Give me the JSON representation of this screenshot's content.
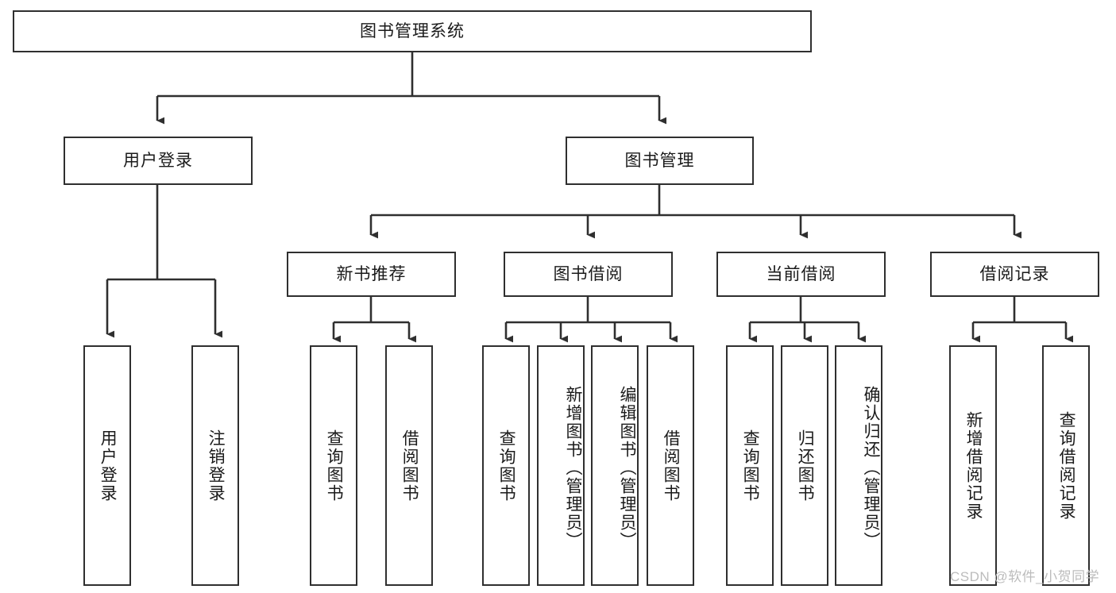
{
  "diagram": {
    "title": "图书管理系统",
    "type": "tree-structure-chart",
    "root": {
      "id": "root",
      "label": "图书管理系统"
    },
    "level2": [
      {
        "id": "user-login",
        "label": "用户登录"
      },
      {
        "id": "book-manage",
        "label": "图书管理"
      }
    ],
    "level3": [
      {
        "id": "new-book-recommend",
        "label": "新书推荐",
        "parent": "book-manage"
      },
      {
        "id": "book-borrow",
        "label": "图书借阅",
        "parent": "book-manage"
      },
      {
        "id": "current-borrow",
        "label": "当前借阅",
        "parent": "book-manage"
      },
      {
        "id": "borrow-record",
        "label": "借阅记录",
        "parent": "book-manage"
      }
    ],
    "leaves": [
      {
        "id": "leaf-user-login",
        "label": "用户登录",
        "parent": "user-login"
      },
      {
        "id": "leaf-user-logout",
        "label": "注销登录",
        "parent": "user-login"
      },
      {
        "id": "leaf-query-book-1",
        "label": "查询图书",
        "parent": "new-book-recommend"
      },
      {
        "id": "leaf-borrow-book-1",
        "label": "借阅图书",
        "parent": "new-book-recommend"
      },
      {
        "id": "leaf-query-book-2",
        "label": "查询图书",
        "parent": "book-borrow"
      },
      {
        "id": "leaf-add-book",
        "label": "新增图书（管理员）",
        "parent": "book-borrow"
      },
      {
        "id": "leaf-edit-book",
        "label": "编辑图书（管理员）",
        "parent": "book-borrow"
      },
      {
        "id": "leaf-borrow-book-2",
        "label": "借阅图书",
        "parent": "book-borrow"
      },
      {
        "id": "leaf-query-book-3",
        "label": "查询图书",
        "parent": "current-borrow"
      },
      {
        "id": "leaf-return-book",
        "label": "归还图书",
        "parent": "current-borrow"
      },
      {
        "id": "leaf-confirm-return",
        "label": "确认归还（管理员）",
        "parent": "current-borrow"
      },
      {
        "id": "leaf-add-record",
        "label": "新增借阅记录",
        "parent": "borrow-record"
      },
      {
        "id": "leaf-query-record",
        "label": "查询借阅记录",
        "parent": "borrow-record"
      }
    ],
    "watermark": "CSDN @软件_小贺同学",
    "colors": {
      "stroke": "#2f2f2f",
      "background": "#ffffff",
      "text": "#1a1a1a",
      "watermark": "#bcbcbc"
    }
  }
}
